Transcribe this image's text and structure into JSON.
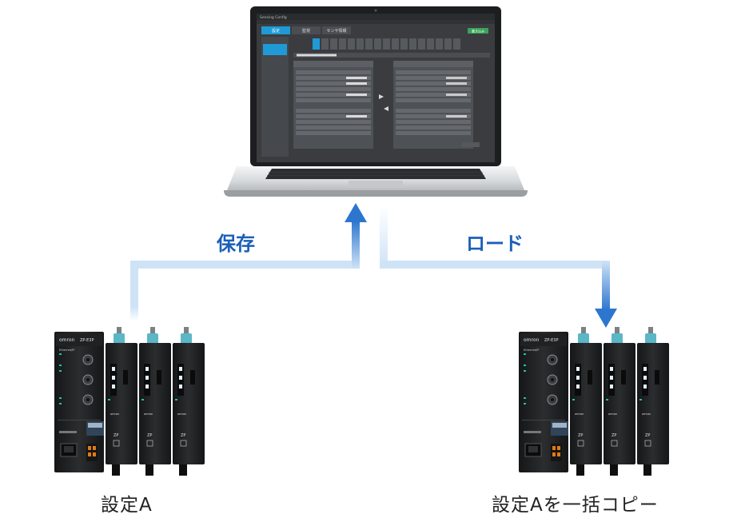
{
  "arrows": {
    "save_label": "保存",
    "load_label": "ロード"
  },
  "devices": {
    "left_caption": "設定A",
    "right_caption": "設定Aを一括コピー",
    "controller_brand": "omron",
    "controller_model": "ZP-E3P",
    "ethernet_label": "Ethernet/IP",
    "sensor_brand": "omron",
    "sensor_model": "ZP"
  },
  "laptop_screen": {
    "app_title": "Sensing Config",
    "tabs": [
      "設定",
      "監視",
      "センサ情報"
    ],
    "action_button": "書き込み"
  },
  "colors": {
    "arrow_blue": "#2d76cf",
    "arrow_light": "#cfe3f7",
    "label_blue": "#1b5fb8",
    "connector_teal": "#5bb6c6"
  }
}
